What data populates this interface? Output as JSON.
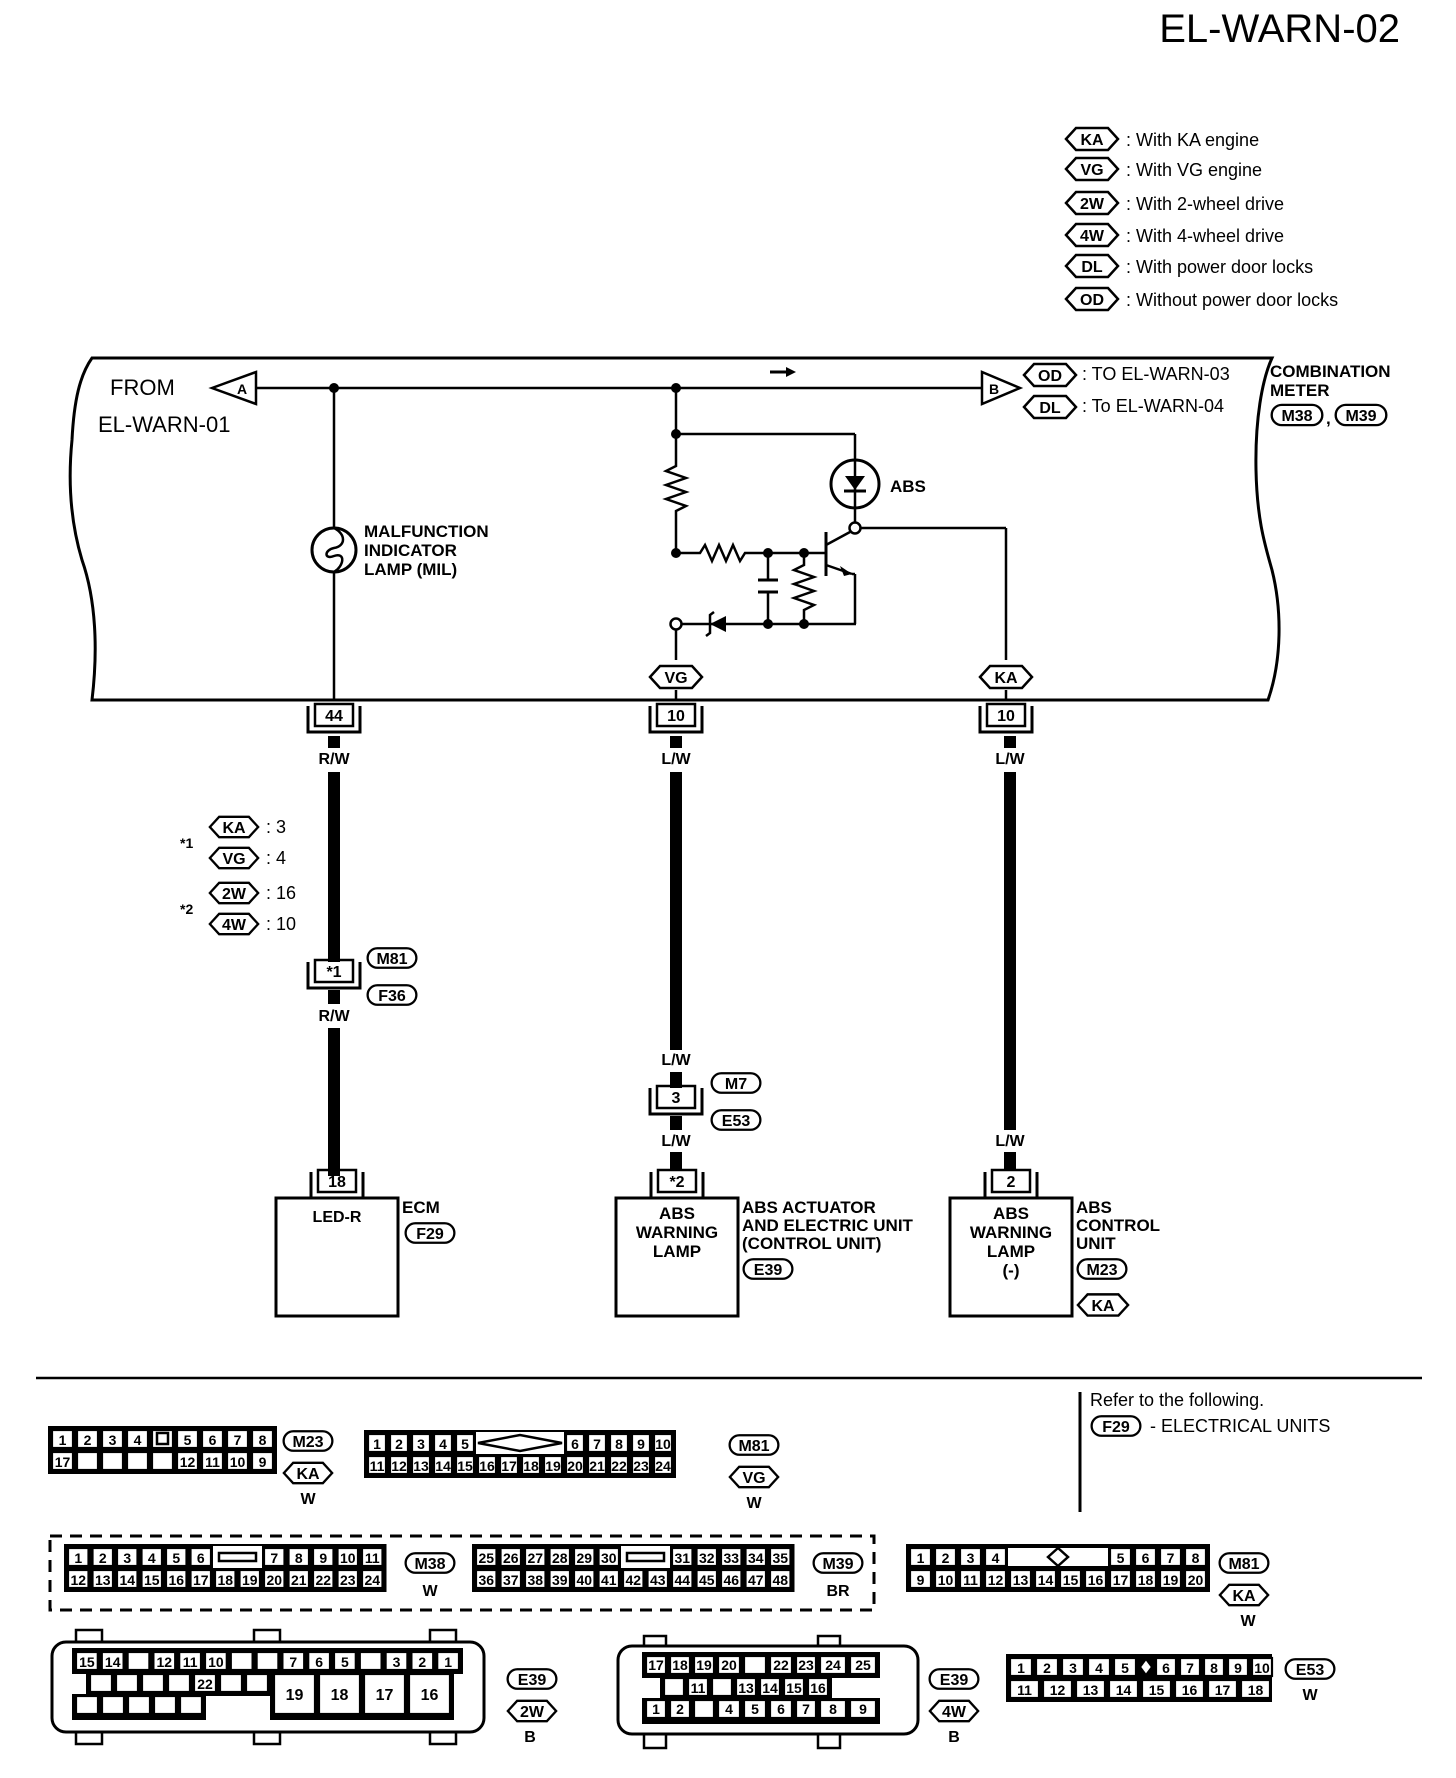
{
  "page_id": "EL-WARN-02",
  "legend": [
    {
      "code": "KA",
      "text": ": With KA engine"
    },
    {
      "code": "VG",
      "text": ": With VG engine"
    },
    {
      "code": "2W",
      "text": ": With 2-wheel drive"
    },
    {
      "code": "4W",
      "text": ": With 4-wheel drive"
    },
    {
      "code": "DL",
      "text": ": With power door locks"
    },
    {
      "code": "OD",
      "text": ": Without power door locks"
    }
  ],
  "combination_meter": {
    "from_label_1": "FROM",
    "from_label_2": "EL-WARN-01",
    "from_connector": "A",
    "to_connector": "B",
    "to_od_code": "OD",
    "to_od_text": ": TO EL-WARN-03",
    "to_dl_code": "DL",
    "to_dl_text": ": To EL-WARN-04",
    "name_1": "COMBINATION",
    "name_2": "METER",
    "connectors": [
      "M38",
      "M39"
    ],
    "separator": ",",
    "mil_1": "MALFUNCTION",
    "mil_2": "INDICATOR",
    "mil_3": "LAMP (MIL)",
    "abs_label": "ABS",
    "vg_tag": "VG",
    "ka_tag": "KA"
  },
  "branches": {
    "left": {
      "meter_pin": "44",
      "wire_color_1": "R/W",
      "wire_color_2": "R/W",
      "notes": [
        {
          "group": "*1",
          "code": "KA",
          "value": ": 3"
        },
        {
          "group": "",
          "code": "VG",
          "value": ": 4"
        },
        {
          "group": "*2",
          "code": "2W",
          "value": ": 16"
        },
        {
          "group": "",
          "code": "4W",
          "value": ": 10"
        }
      ],
      "note_group_1": "*1",
      "note_group_2": "*2",
      "joint_pin": "*1",
      "joint_connectors": [
        "M81",
        "F36"
      ],
      "unit_pin": "18",
      "unit_label": "LED-R",
      "unit_name": "ECM",
      "unit_connector": "F29"
    },
    "middle": {
      "meter_pin": "10",
      "wire_color_1": "L/W",
      "wire_color_2": "L/W",
      "wire_color_3": "L/W",
      "joint_pin": "3",
      "joint_connectors": [
        "M7",
        "E53"
      ],
      "unit_pin": "*2",
      "unit_label_1": "ABS",
      "unit_label_2": "WARNING",
      "unit_label_3": "LAMP",
      "unit_name_1": "ABS ACTUATOR",
      "unit_name_2": "AND ELECTRIC UNIT",
      "unit_name_3": "(CONTROL UNIT)",
      "unit_connector": "E39"
    },
    "right": {
      "meter_pin": "10",
      "wire_color_1": "L/W",
      "wire_color_2": "L/W",
      "unit_pin": "2",
      "unit_label_1": "ABS",
      "unit_label_2": "WARNING",
      "unit_label_3": "LAMP",
      "unit_label_4": "(-)",
      "unit_name_1": "ABS",
      "unit_name_2": "CONTROL",
      "unit_name_3": "UNIT",
      "unit_connector": "M23",
      "unit_tag": "KA"
    }
  },
  "refer": {
    "line_1": "Refer to the following.",
    "connector": "F29",
    "line_2": "- ELECTRICAL UNITS"
  },
  "connector_views": {
    "m23": {
      "id": "M23",
      "tag": "KA",
      "color": "W",
      "top": [
        "1",
        "2",
        "3",
        "4",
        "",
        "5",
        "6",
        "7",
        "8"
      ],
      "bottom": [
        "17",
        "",
        "",
        "",
        "",
        "12",
        "11",
        "10",
        "9"
      ]
    },
    "m81_vg": {
      "id": "M81",
      "tag": "VG",
      "color": "W",
      "top_left": [
        "1",
        "2",
        "3",
        "4",
        "5"
      ],
      "top_right": [
        "6",
        "7",
        "8",
        "9",
        "10"
      ],
      "bottom": [
        "11",
        "12",
        "13",
        "14",
        "15",
        "16",
        "17",
        "18",
        "19",
        "20",
        "21",
        "22",
        "23",
        "24"
      ]
    },
    "m38": {
      "id": "M38",
      "color": "W",
      "top_left": [
        "1",
        "2",
        "3",
        "4",
        "5",
        "6"
      ],
      "top_right": [
        "7",
        "8",
        "9",
        "10",
        "11"
      ],
      "bottom": [
        "12",
        "13",
        "14",
        "15",
        "16",
        "17",
        "18",
        "19",
        "20",
        "21",
        "22",
        "23",
        "24"
      ]
    },
    "m39": {
      "id": "M39",
      "color": "BR",
      "top_left": [
        "25",
        "26",
        "27",
        "28",
        "29",
        "30"
      ],
      "top_right": [
        "31",
        "32",
        "33",
        "34",
        "35"
      ],
      "bottom": [
        "36",
        "37",
        "38",
        "39",
        "40",
        "41",
        "42",
        "43",
        "44",
        "45",
        "46",
        "47",
        "48"
      ]
    },
    "m81_ka": {
      "id": "M81",
      "tag": "KA",
      "color": "W",
      "top_left": [
        "1",
        "2",
        "3",
        "4"
      ],
      "top_right": [
        "5",
        "6",
        "7",
        "8"
      ],
      "bottom": [
        "9",
        "10",
        "11",
        "12",
        "13",
        "14",
        "15",
        "16",
        "17",
        "18",
        "19",
        "20"
      ]
    },
    "e39_2w": {
      "id": "E39",
      "tag": "2W",
      "color": "B",
      "row1": [
        "15",
        "14",
        "",
        "12",
        "11",
        "10",
        "",
        "",
        "7",
        "6",
        "5",
        "",
        "3",
        "2",
        "1"
      ],
      "row2": [
        "",
        "",
        "",
        "",
        "22",
        "",
        ""
      ],
      "row2_big": [
        "19",
        "18",
        "17",
        "16"
      ],
      "row3": [
        "",
        "",
        "",
        "",
        ""
      ]
    },
    "e39_4w": {
      "id": "E39",
      "tag": "4W",
      "color": "B",
      "row1": [
        "17",
        "18",
        "19",
        "20",
        "",
        "22",
        "23",
        "24",
        "25"
      ],
      "row2": [
        "",
        "11",
        "",
        "13",
        "14",
        "15",
        "16"
      ],
      "row3": [
        "1",
        "2",
        "",
        "4",
        "5",
        "6",
        "7",
        "8",
        "9"
      ]
    },
    "e53": {
      "id": "E53",
      "color": "W",
      "top_left": [
        "1",
        "2",
        "3",
        "4",
        "5"
      ],
      "top_right": [
        "6",
        "7",
        "8",
        "9",
        "10"
      ],
      "bottom": [
        "11",
        "12",
        "13",
        "14",
        "15",
        "16",
        "17",
        "18"
      ]
    }
  }
}
